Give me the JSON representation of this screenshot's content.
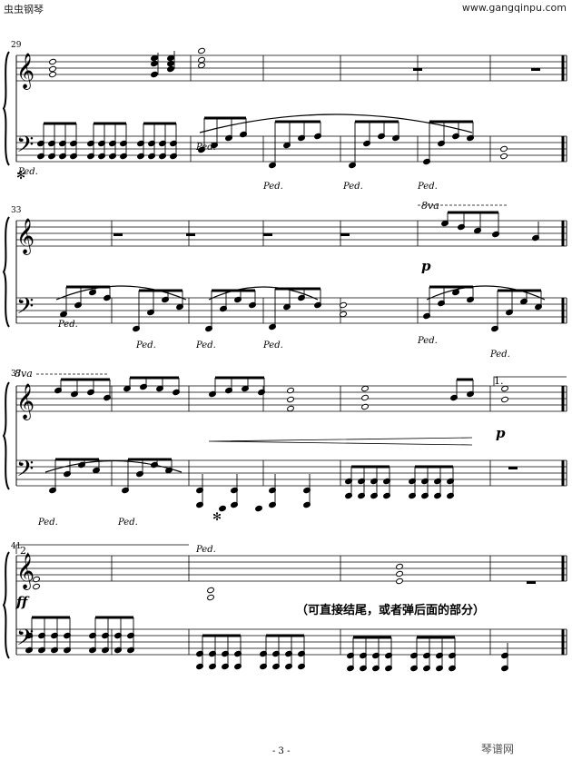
{
  "header": {
    "site_left": "虫虫钢琴",
    "site_right": "www.gangqinpu.com"
  },
  "systems": [
    {
      "measure_number": "29"
    },
    {
      "measure_number": "33"
    },
    {
      "measure_number": "37"
    },
    {
      "measure_number": "41"
    }
  ],
  "markings": {
    "ottava_1": "8va",
    "ottava_2": "8va",
    "dynamic_p_1": "p",
    "dynamic_p_2": "p",
    "dynamic_ff": "ff",
    "volta_1": "1.",
    "volta_2": "2.",
    "pedal": "Ped.",
    "pedal_release": "✻"
  },
  "annotation": "（可直接结尾，或者弹后面的部分）",
  "footer": {
    "page_number": "- 3 -",
    "watermark": "琴谱网"
  }
}
